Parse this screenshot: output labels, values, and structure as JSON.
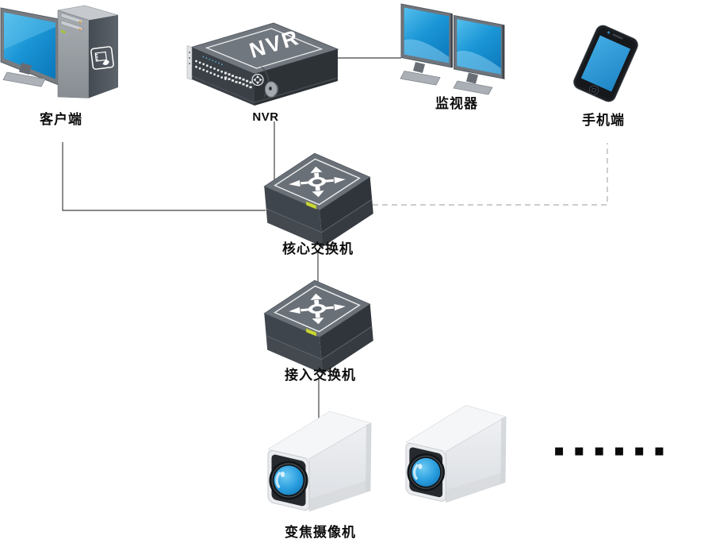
{
  "diagram": {
    "type": "network-topology",
    "nodes": {
      "client": {
        "label": "客户端"
      },
      "nvr": {
        "label": "NVR",
        "device_text": "NVR"
      },
      "monitors": {
        "label": "监视器"
      },
      "phone": {
        "label": "手机端"
      },
      "core_switch": {
        "label": "核心交换机"
      },
      "access_switch": {
        "label": "接入交换机"
      },
      "camera": {
        "label": "变焦摄像机"
      }
    },
    "connections": [
      {
        "from": "nvr",
        "to": "monitors",
        "style": "solid"
      },
      {
        "from": "nvr",
        "to": "core_switch",
        "style": "solid"
      },
      {
        "from": "client",
        "to": "core_switch",
        "style": "solid"
      },
      {
        "from": "core_switch",
        "to": "access_switch",
        "style": "solid"
      },
      {
        "from": "access_switch",
        "to": "camera",
        "style": "solid"
      },
      {
        "from": "core_switch",
        "to": "phone",
        "style": "dashed"
      }
    ],
    "more_devices_ellipsis": "■■■■■■",
    "colors": {
      "line_solid": "#424242",
      "line_dashed": "#aaafaf",
      "screen_blue": "#1b96d6",
      "device_gray": "#6a7077",
      "device_dark": "#3b4046",
      "led_green": "#cbd934",
      "lens_blue": "#2b9fe0",
      "camera_body": "#eceef0",
      "label_text": "#0d0d0d"
    }
  }
}
